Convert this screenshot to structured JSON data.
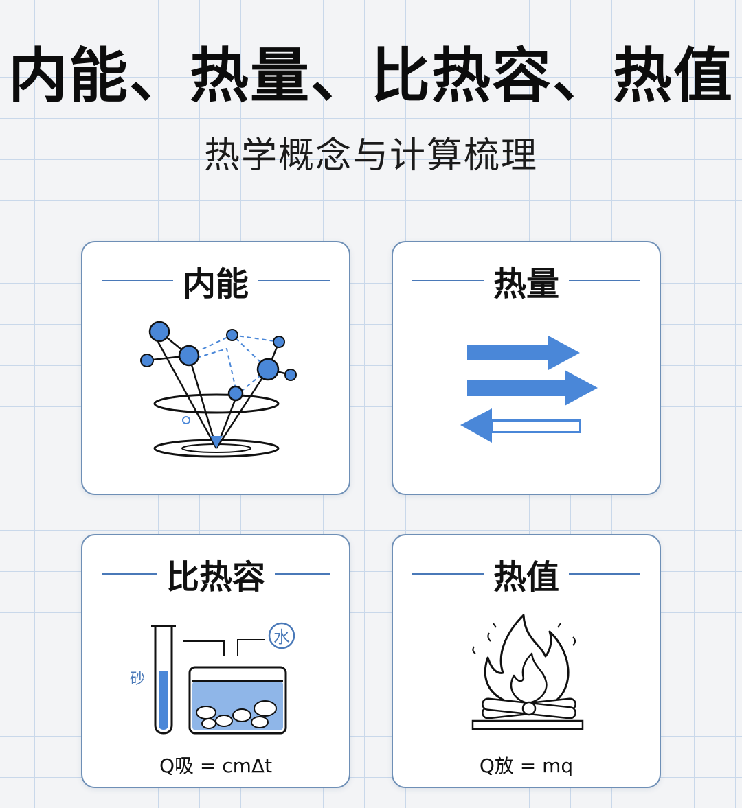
{
  "header": {
    "title": "内能、热量、比热容、热值",
    "subtitle": "热学概念与计算梳理"
  },
  "cards": [
    {
      "label": "内能",
      "icon": "molecule-motion-icon"
    },
    {
      "label": "热量",
      "icon": "heat-transfer-arrows-icon"
    },
    {
      "label": "比热容",
      "icon": "specific-heat-experiment-icon",
      "sand_label": "砂",
      "water_label": "水",
      "formula": "Q吸 = cmΔt"
    },
    {
      "label": "热值",
      "icon": "campfire-icon",
      "formula": "Q放 = mq"
    }
  ],
  "colors": {
    "accent": "#4a79b8",
    "fill": "#4a87d8",
    "border": "#6e8fb6"
  }
}
